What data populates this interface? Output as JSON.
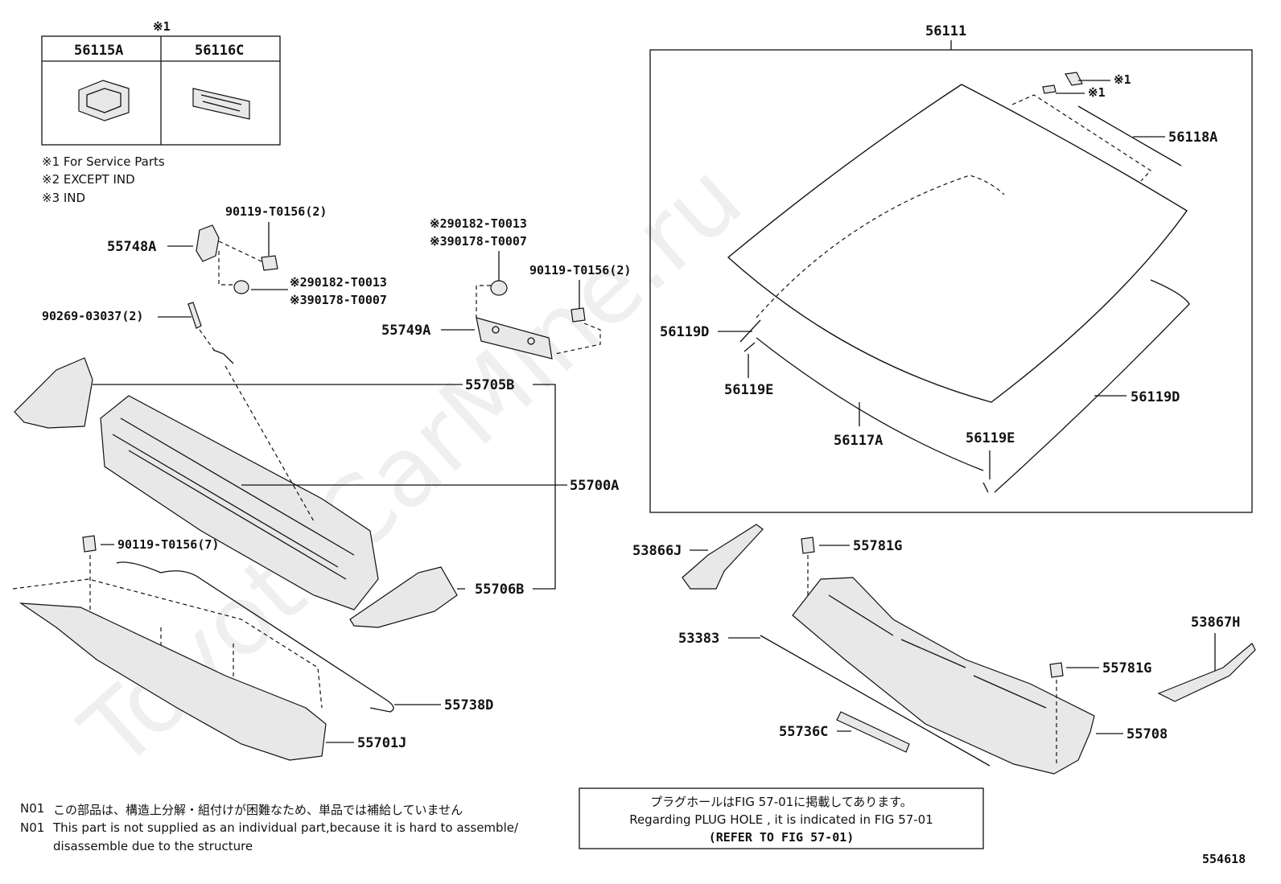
{
  "service_table": {
    "mark": "※1",
    "col1": "56115A",
    "col2": "56116C"
  },
  "legend": [
    "※1 For Service Parts",
    "※2 EXCEPT IND",
    "※3 IND"
  ],
  "parts": {
    "p56111": "56111",
    "p56118A": "56118A",
    "mark1a": "※1",
    "mark1b": "※1",
    "p56119D_left": "56119D",
    "p56119E_left": "56119E",
    "p56117A": "56117A",
    "p56119E_bottom": "56119E",
    "p56119D_right": "56119D",
    "p55748A": "55748A",
    "p90119_top": "90119-T0156(2)",
    "p90182_a": "※290182-T0013",
    "p90178_a": "※390178-T0007",
    "p90182_b": "※290182-T0013",
    "p90178_b": "※390178-T0007",
    "p90119_mid": "90119-T0156(2)",
    "p90269": "90269-03037(2)",
    "p55749A": "55749A",
    "p55705B": "55705B",
    "p55700A": "55700A",
    "p90119_seven": "90119-T0156(7)",
    "p55706B": "55706B",
    "p55738D": "55738D",
    "p55701J": "55701J",
    "p53866J": "53866J",
    "p55781G_top": "55781G",
    "p53383": "53383",
    "p55781G_right": "55781G",
    "p53867H": "53867H",
    "p55736C": "55736C",
    "p55708": "55708"
  },
  "notes": {
    "n01_code_a": "N01",
    "n01_jp": "この部品は、構造上分解・組付けが困難なため、単品では補給していません",
    "n01_code_b": "N01",
    "n01_en_1": "This part is not supplied as an individual part,because it is hard to assemble/",
    "n01_en_2": "disassemble due to the structure"
  },
  "plug_box": {
    "line1": "プラグホールはFIG 57-01に掲載してあります。",
    "line2": "Regarding  PLUG  HOLE , it is indicated in FIG  57-01",
    "line3": "(REFER TO FIG 57-01)"
  },
  "figure_id": "554618",
  "watermark": "ToyotaCarMine.ru"
}
